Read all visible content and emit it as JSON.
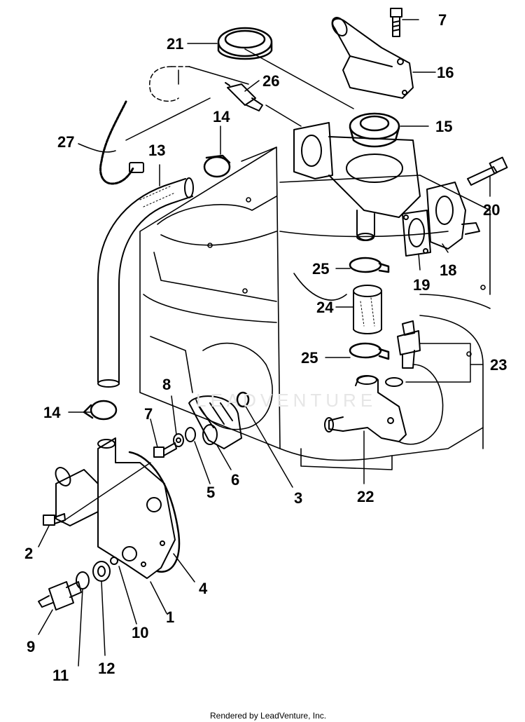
{
  "watermark": "LEADVENTURE",
  "footer": {
    "rendered_by": "Rendered by LeadVenture, Inc."
  },
  "callouts": [
    {
      "id": "1",
      "text": "1"
    },
    {
      "id": "2",
      "text": "2"
    },
    {
      "id": "3",
      "text": "3"
    },
    {
      "id": "4",
      "text": "4"
    },
    {
      "id": "5",
      "text": "5"
    },
    {
      "id": "6",
      "text": "6"
    },
    {
      "id": "7a",
      "text": "7"
    },
    {
      "id": "7b",
      "text": "7"
    },
    {
      "id": "8",
      "text": "8"
    },
    {
      "id": "9",
      "text": "9"
    },
    {
      "id": "10",
      "text": "10"
    },
    {
      "id": "11",
      "text": "11"
    },
    {
      "id": "12",
      "text": "12"
    },
    {
      "id": "13",
      "text": "13"
    },
    {
      "id": "14a",
      "text": "14"
    },
    {
      "id": "14b",
      "text": "14"
    },
    {
      "id": "15",
      "text": "15"
    },
    {
      "id": "16",
      "text": "16"
    },
    {
      "id": "18",
      "text": "18"
    },
    {
      "id": "19",
      "text": "19"
    },
    {
      "id": "20",
      "text": "20"
    },
    {
      "id": "21",
      "text": "21"
    },
    {
      "id": "22",
      "text": "22"
    },
    {
      "id": "23",
      "text": "23"
    },
    {
      "id": "24",
      "text": "24"
    },
    {
      "id": "25a",
      "text": "25"
    },
    {
      "id": "25b",
      "text": "25"
    },
    {
      "id": "26",
      "text": "26"
    },
    {
      "id": "27",
      "text": "27"
    }
  ]
}
